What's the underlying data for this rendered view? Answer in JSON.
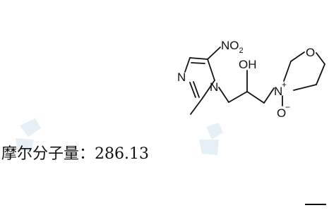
{
  "molecule": {
    "nitro_group": {
      "main": "NO",
      "subscript": "2"
    },
    "hydroxyl": "OH",
    "ring_nitrogen_top": "N",
    "ring_nitrogen_bottom": "N",
    "morpholine_nitrogen": "N",
    "morpholine_nitrogen_charge": "+",
    "morpholine_oxygen": "O",
    "n_oxide_oxygen": "O",
    "n_oxide_charge": "−"
  },
  "molecular_weight": {
    "label": "摩尔分子量：",
    "value": "286.13"
  }
}
